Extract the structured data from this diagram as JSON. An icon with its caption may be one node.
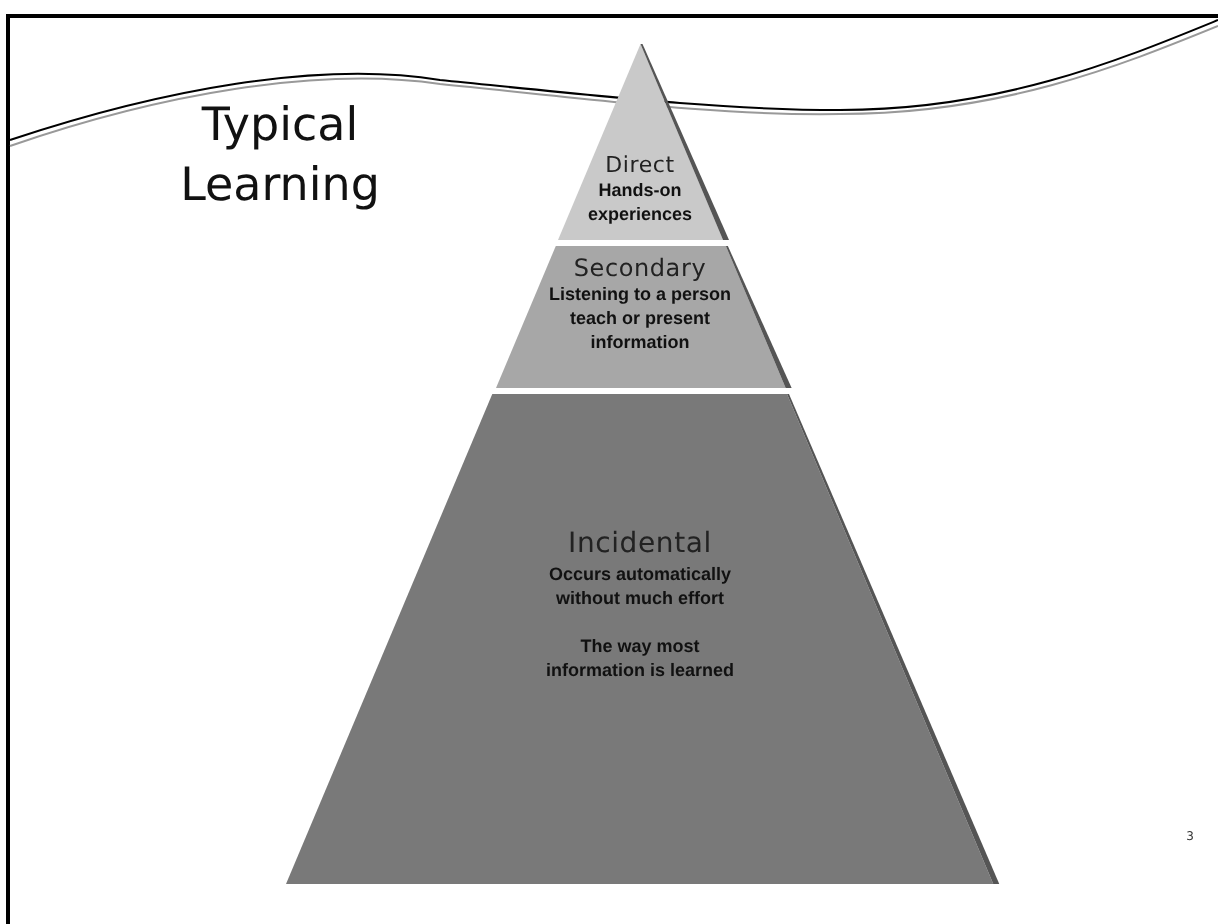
{
  "diagram": {
    "title": "Typical Learning",
    "nodes": [
      {
        "text": [
          "Direct",
          "Hands-on experiences"
        ]
      },
      {
        "text": [
          "Secondary",
          "Listening to a person teach or present information"
        ]
      },
      {
        "text": [
          "Incidental",
          "Occurs automatically without much effort",
          "The way most information is learned"
        ]
      }
    ],
    "labels": [
      "3"
    ]
  }
}
